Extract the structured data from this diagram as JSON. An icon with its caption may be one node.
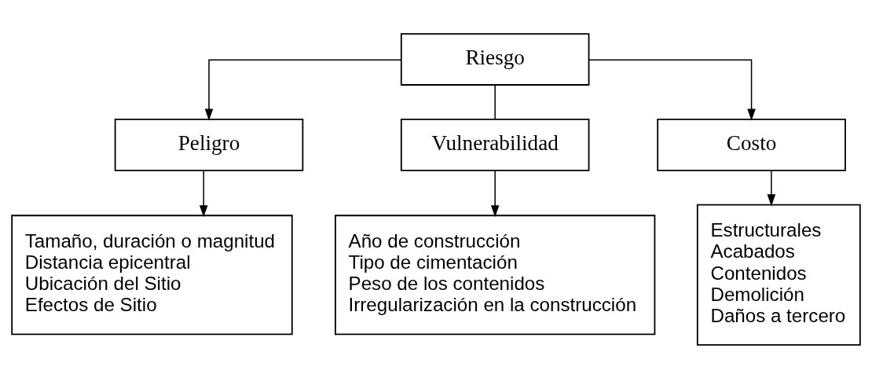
{
  "diagram": {
    "nodes": [
      {
        "text": [
          "Riesgo"
        ]
      },
      {
        "text": [
          "Peligro"
        ]
      },
      {
        "text": [
          "Vulnerabilidad"
        ]
      },
      {
        "text": [
          "Costo"
        ]
      },
      {
        "text": [
          "Tamaño, duración o magnitud",
          "Distancia epicentral",
          "Ubicación del Sitio",
          "Efectos de Sitio"
        ]
      },
      {
        "text": [
          "Año de construcción",
          "Tipo de cimentación",
          "Peso de los contenidos",
          "Irregularización en la construcción"
        ]
      },
      {
        "text": [
          "Estructurales",
          "Acabados",
          "Contenidos",
          "Demolición",
          "Daños a tercero"
        ]
      }
    ],
    "edges": [
      {
        "from": 0,
        "to": 1,
        "arrow": "to"
      },
      {
        "from": 0,
        "to": 2,
        "arrow": "none"
      },
      {
        "from": 0,
        "to": 3,
        "arrow": "to"
      },
      {
        "from": 1,
        "to": 4,
        "arrow": "to"
      },
      {
        "from": 2,
        "to": 5,
        "arrow": "to"
      },
      {
        "from": 3,
        "to": 6,
        "arrow": "to"
      }
    ]
  }
}
